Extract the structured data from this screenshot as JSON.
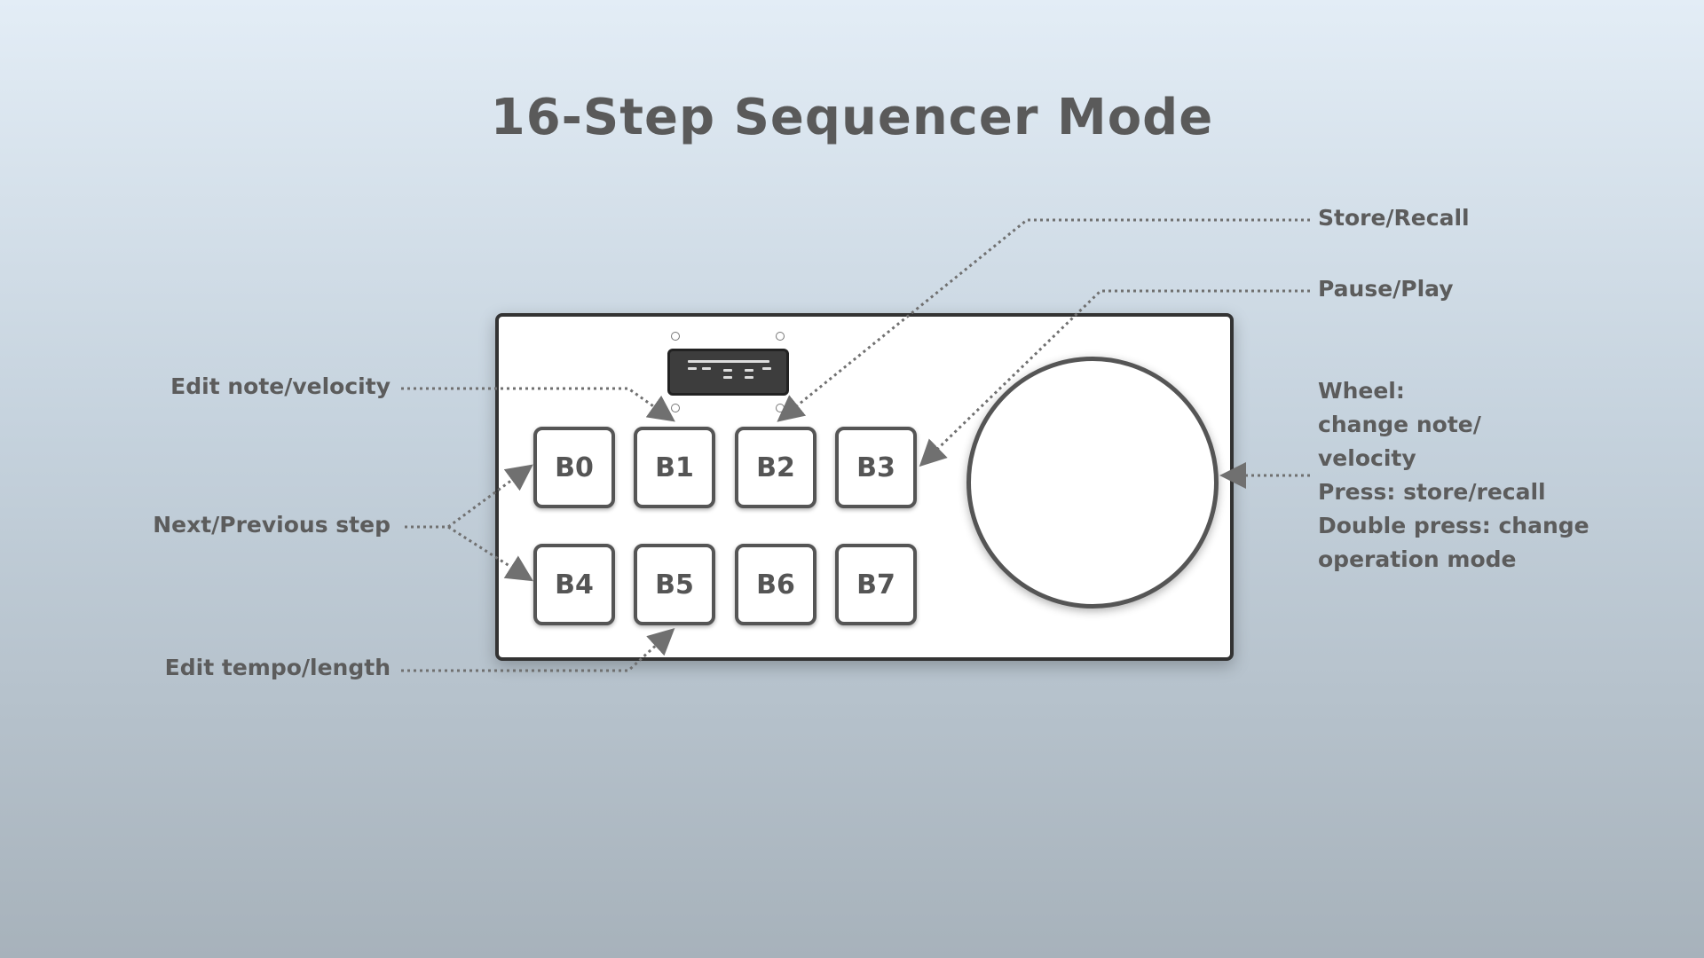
{
  "title": "16-Step Sequencer Mode",
  "buttons": [
    "B0",
    "B1",
    "B2",
    "B3",
    "B4",
    "B5",
    "B6",
    "B7"
  ],
  "labels": {
    "store_recall": "Store/Recall",
    "pause_play": "Pause/Play",
    "edit_note_velocity": "Edit note/velocity",
    "next_previous_step": "Next/Previous step",
    "edit_tempo_length": "Edit tempo/length"
  },
  "wheel_desc": {
    "line1": "Wheel:",
    "line2": "change note/",
    "line3": "velocity",
    "line4": "Press: store/recall",
    "line5": "Double press: change",
    "line6": "operation mode"
  },
  "colors": {
    "leader": "#707070",
    "text": "#5c5c5c",
    "outline": "#555555"
  }
}
